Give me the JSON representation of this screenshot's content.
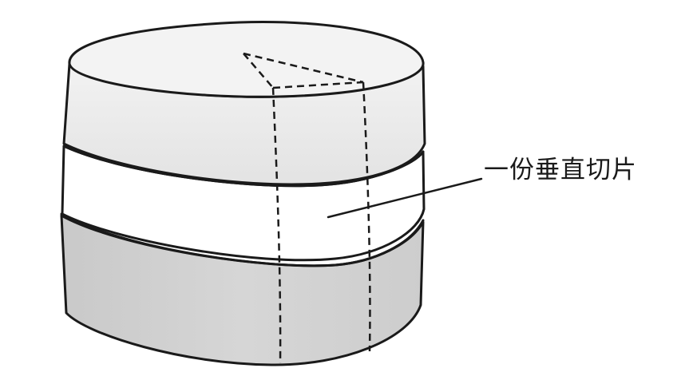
{
  "callout": {
    "label": "一份垂直切片"
  },
  "colors": {
    "top_layer": "#efefef",
    "top_face": "#f3f3f3",
    "middle_layer": "#ffffff",
    "bottom_layer": "#d2d2d2",
    "outline": "#1a1a1a"
  },
  "layers": [
    "top",
    "middle",
    "bottom"
  ],
  "slice_style": "dashed"
}
